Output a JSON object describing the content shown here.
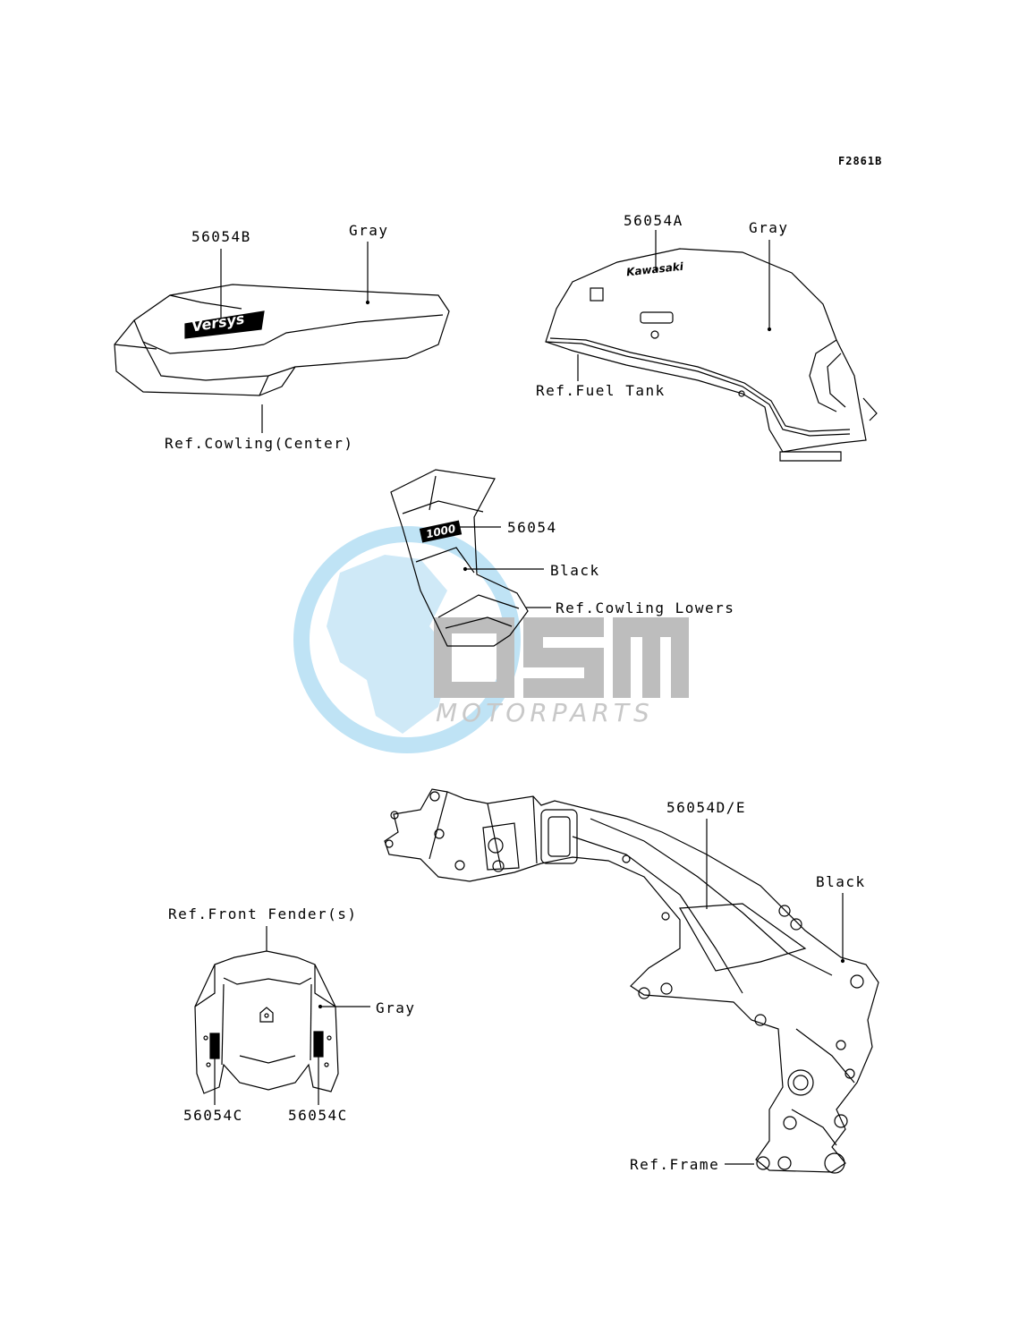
{
  "diagram_code": "F2861B",
  "watermark": {
    "brand": "OSM",
    "sub": "MOTORPARTS"
  },
  "emblems": {
    "seat": "Versys",
    "tank": "Kawasaki",
    "lower": "1000"
  },
  "labels": {
    "seat_part": "56054B",
    "seat_color": "Gray",
    "seat_ref": "Ref.Cowling(Center)",
    "tank_part": "56054A",
    "tank_color": "Gray",
    "tank_ref": "Ref.Fuel Tank",
    "lower_part": "56054",
    "lower_color": "Black",
    "lower_ref": "Ref.Cowling Lowers",
    "frame_part": "56054D/E",
    "frame_color": "Black",
    "frame_ref": "Ref.Frame",
    "fender_ref": "Ref.Front Fender(s)",
    "fender_color": "Gray",
    "fender_left_part": "56054C",
    "fender_right_part": "56054C"
  }
}
